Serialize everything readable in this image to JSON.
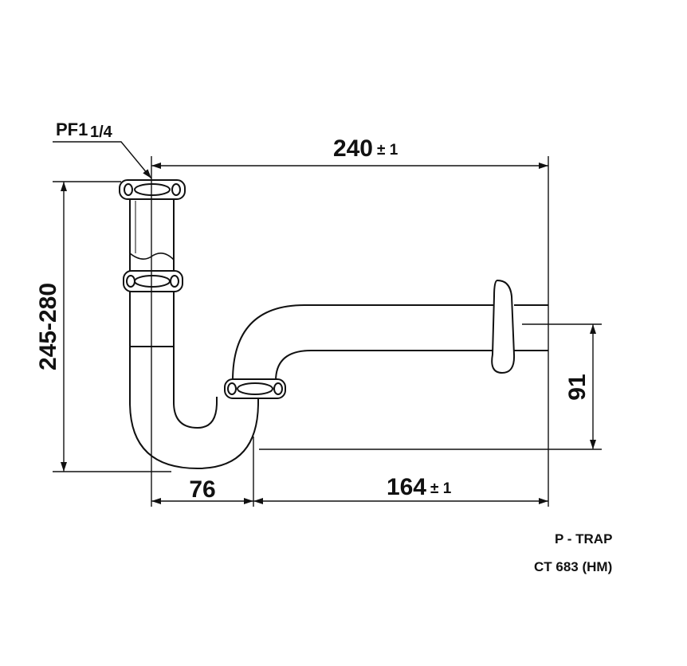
{
  "dimensions": {
    "thread": {
      "main": "PF1",
      "fraction": "1/4"
    },
    "overall_width": {
      "value": "240",
      "tolerance": "± 1"
    },
    "height_range": "245-280",
    "outlet_height": "91",
    "trap_width": "76",
    "outlet_length": {
      "value": "164",
      "tolerance": "± 1"
    }
  },
  "caption": {
    "name": "P - TRAP",
    "model": "CT 683 (HM)"
  }
}
